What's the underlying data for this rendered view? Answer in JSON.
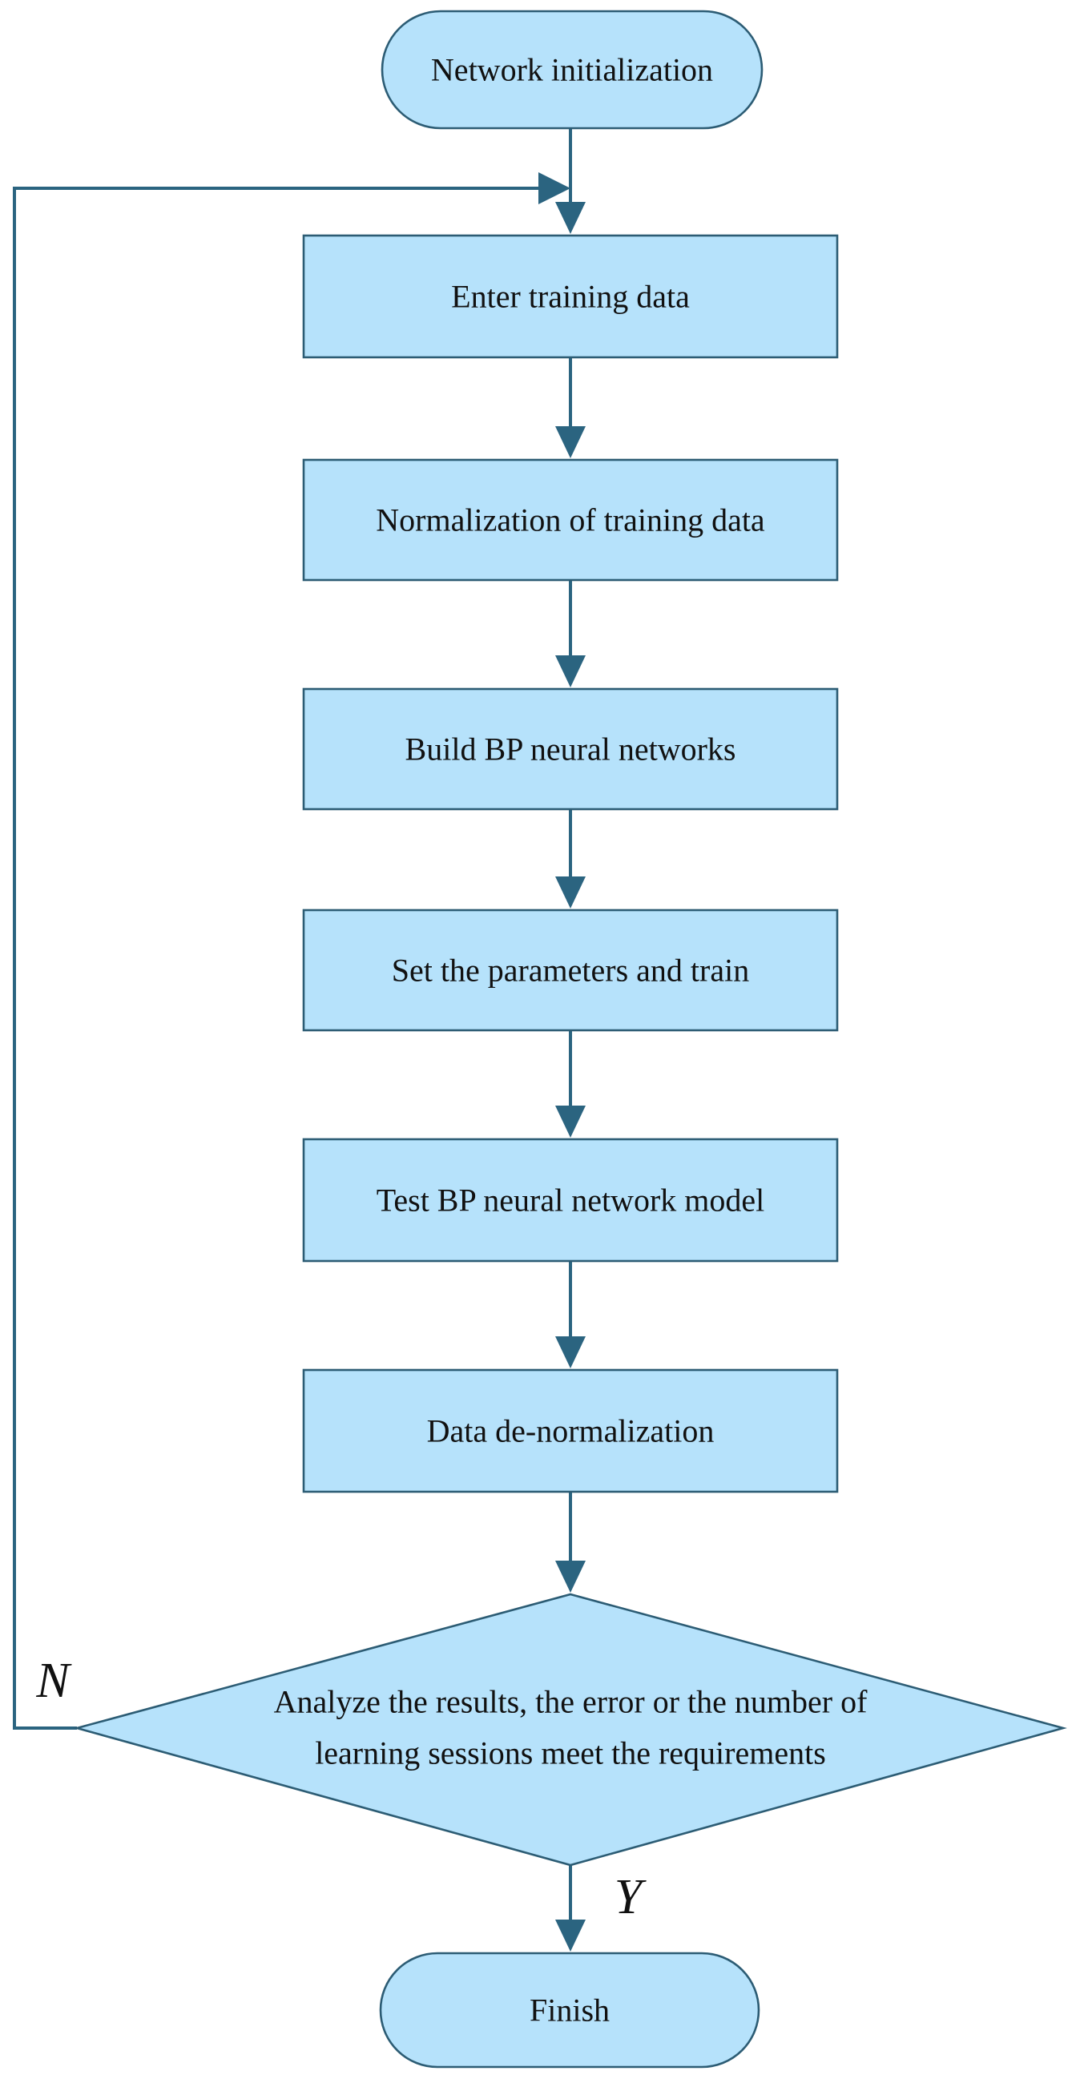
{
  "diagram": {
    "type": "flowchart",
    "start": {
      "label": "Network initialization"
    },
    "steps": [
      {
        "id": "enter",
        "label": "Enter training data"
      },
      {
        "id": "normalize",
        "label": "Normalization of training data"
      },
      {
        "id": "build",
        "label": "Build BP neural networks"
      },
      {
        "id": "train",
        "label": "Set the parameters and train"
      },
      {
        "id": "test",
        "label": "Test BP neural network model"
      },
      {
        "id": "denormalize",
        "label": "Data de-normalization"
      }
    ],
    "decision": {
      "label_line1": "Analyze the results, the error or the number of",
      "label_line2": "learning sessions meet the requirements",
      "no_label": "N",
      "yes_label": "Y"
    },
    "end": {
      "label": "Finish"
    }
  },
  "colors": {
    "fill": "#b6e2fb",
    "border": "#2c5c74",
    "connector": "#2b6480"
  }
}
